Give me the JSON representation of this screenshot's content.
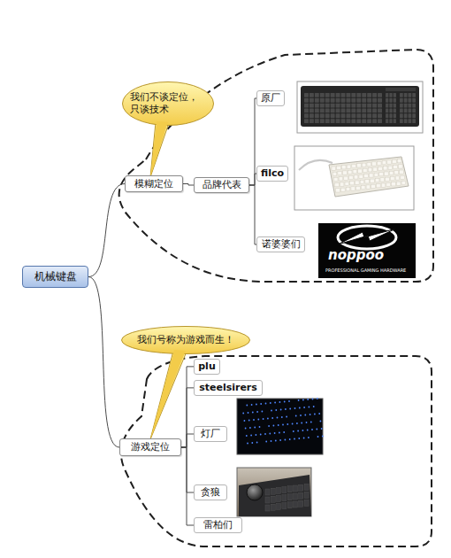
{
  "diagram": {
    "nodes": [
      {
        "text": [
          "机械键盘"
        ]
      },
      {
        "text": [
          "我们不谈定位， 只谈技术"
        ]
      },
      {
        "text": [
          "模糊定位"
        ]
      },
      {
        "text": [
          "品牌代表"
        ]
      },
      {
        "text": [
          "原厂"
        ]
      },
      {
        "text": [
          "filco"
        ]
      },
      {
        "text": [
          "诺婆婆们"
        ]
      },
      {
        "text": [
          "我们号称为游戏而生！"
        ]
      },
      {
        "text": [
          "游戏定位"
        ]
      },
      {
        "text": [
          "plu"
        ]
      },
      {
        "text": [
          "steelsirers"
        ]
      },
      {
        "text": [
          "灯厂"
        ]
      },
      {
        "text": [
          "贪狼"
        ]
      },
      {
        "text": [
          "雷柏们"
        ]
      }
    ],
    "edges": [
      {
        "from": 0,
        "to": 2,
        "arrow": "none"
      },
      {
        "from": 0,
        "to": 8,
        "arrow": "none"
      },
      {
        "from": 2,
        "to": 3,
        "arrow": "none"
      },
      {
        "from": 3,
        "to": 4,
        "arrow": "none"
      },
      {
        "from": 3,
        "to": 5,
        "arrow": "none"
      },
      {
        "from": 3,
        "to": 6,
        "arrow": "none"
      },
      {
        "from": 8,
        "to": 9,
        "arrow": "none"
      },
      {
        "from": 8,
        "to": 10,
        "arrow": "none"
      },
      {
        "from": 8,
        "to": 11,
        "arrow": "none"
      },
      {
        "from": 8,
        "to": 12,
        "arrow": "none"
      },
      {
        "from": 8,
        "to": 13,
        "arrow": "none"
      }
    ],
    "labels": [
      "noppoo",
      "PROFESSIONAL GAMING HARDWARE"
    ]
  }
}
